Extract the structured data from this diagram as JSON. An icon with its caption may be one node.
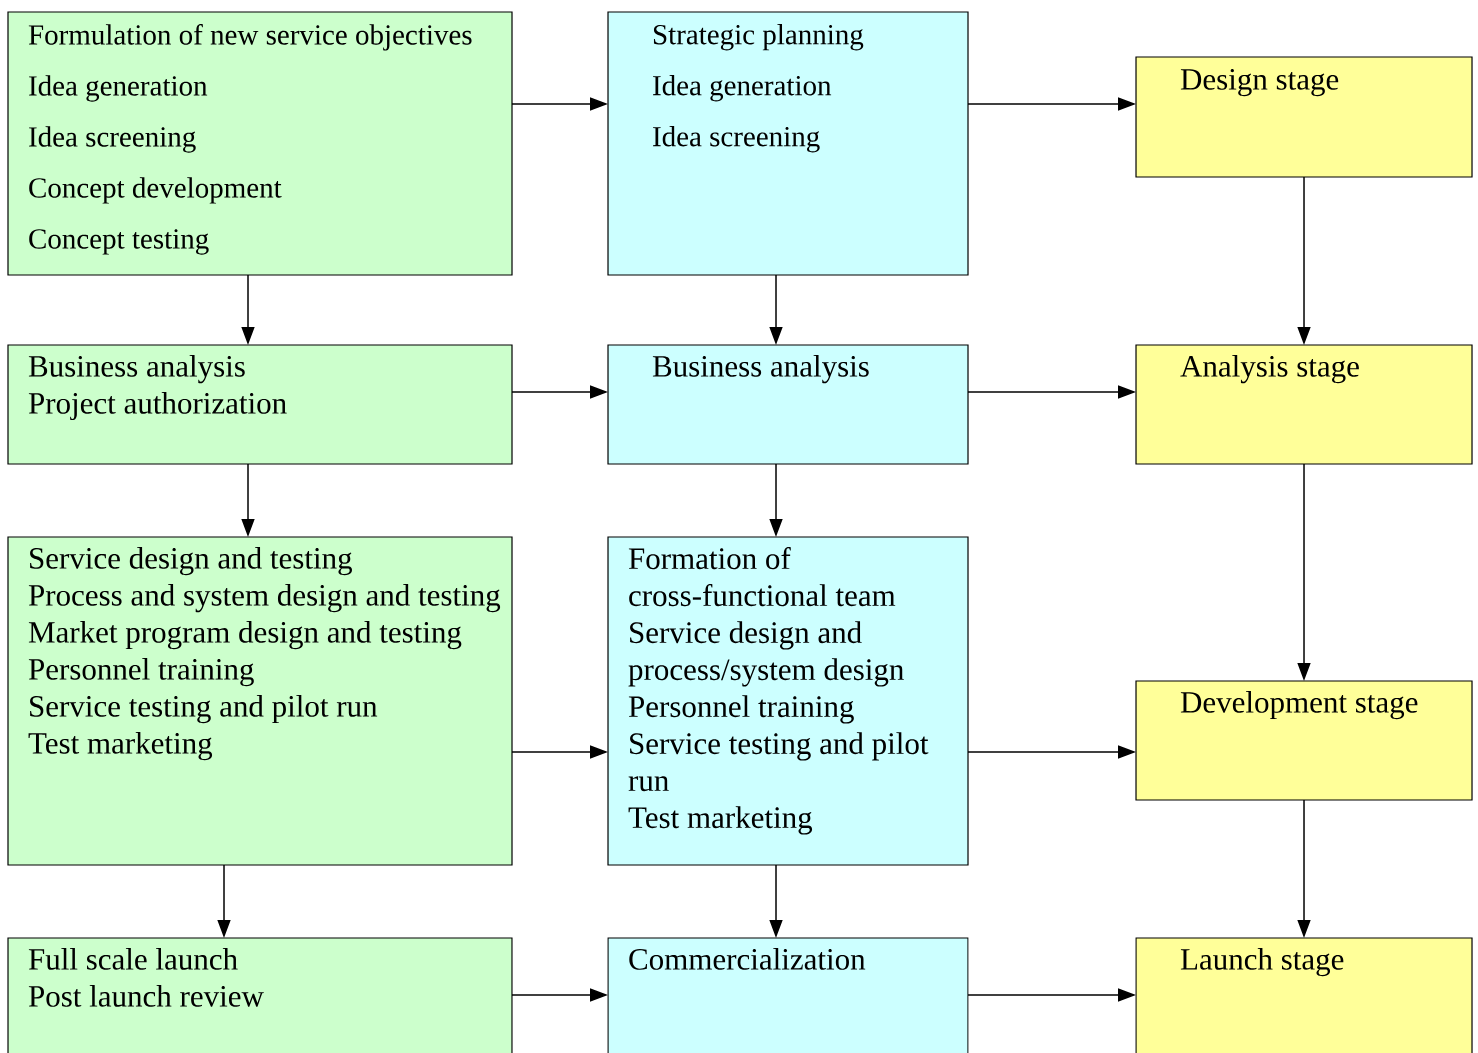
{
  "diagram": {
    "nodes": [
      {
        "text": [
          "Formulation of new service objectives",
          "Idea generation",
          "Idea screening",
          "Concept development",
          "Concept testing"
        ]
      },
      {
        "text": [
          "Strategic planning",
          "Idea generation",
          "Idea screening"
        ]
      },
      {
        "text": [
          "Design stage"
        ]
      },
      {
        "text": [
          "Business analysis",
          "Project authorization"
        ]
      },
      {
        "text": [
          "Business analysis"
        ]
      },
      {
        "text": [
          "Analysis stage"
        ]
      },
      {
        "text": [
          "Service design and testing",
          "Process and system design and testing",
          "Market program design and testing",
          "Personnel training",
          "Service testing and pilot run",
          "Test marketing"
        ]
      },
      {
        "text": [
          "Formation of cross-functional team",
          "Service design and process/system design",
          "Personnel training",
          "Service testing and pilot run",
          "Test marketing"
        ]
      },
      {
        "text": [
          "Development stage"
        ]
      },
      {
        "text": [
          "Full scale launch",
          "Post launch review"
        ]
      },
      {
        "text": [
          "Commercialization"
        ]
      },
      {
        "text": [
          "Launch stage"
        ]
      }
    ],
    "edges": [
      {
        "from": 0,
        "to": 1,
        "arrow": "to"
      },
      {
        "from": 1,
        "to": 2,
        "arrow": "to"
      },
      {
        "from": 0,
        "to": 3,
        "arrow": "to"
      },
      {
        "from": 1,
        "to": 4,
        "arrow": "to"
      },
      {
        "from": 2,
        "to": 5,
        "arrow": "to"
      },
      {
        "from": 3,
        "to": 4,
        "arrow": "to"
      },
      {
        "from": 4,
        "to": 5,
        "arrow": "to"
      },
      {
        "from": 3,
        "to": 6,
        "arrow": "to"
      },
      {
        "from": 4,
        "to": 7,
        "arrow": "to"
      },
      {
        "from": 5,
        "to": 8,
        "arrow": "to"
      },
      {
        "from": 6,
        "to": 7,
        "arrow": "to"
      },
      {
        "from": 7,
        "to": 8,
        "arrow": "to"
      },
      {
        "from": 6,
        "to": 9,
        "arrow": "to"
      },
      {
        "from": 7,
        "to": 10,
        "arrow": "to"
      },
      {
        "from": 8,
        "to": 11,
        "arrow": "to"
      },
      {
        "from": 9,
        "to": 10,
        "arrow": "to"
      },
      {
        "from": 10,
        "to": 11,
        "arrow": "to"
      }
    ]
  }
}
